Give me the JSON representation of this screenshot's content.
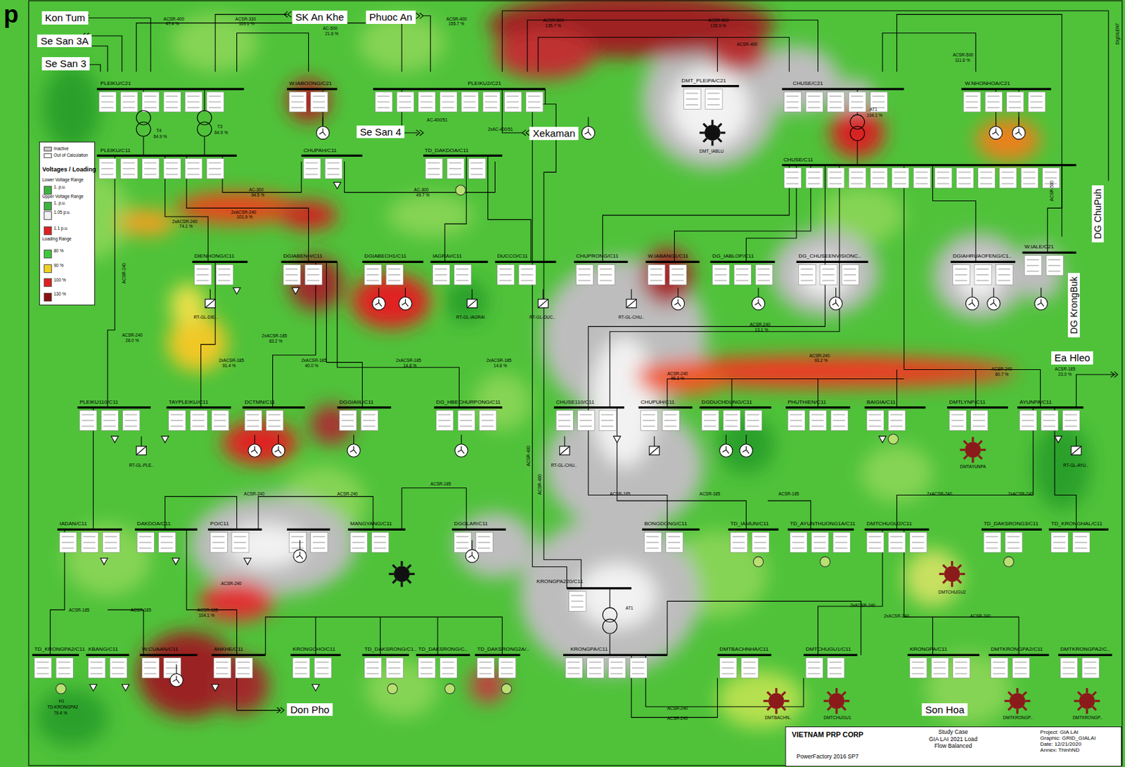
{
  "diagram": {
    "nodes": [
      {
        "text": [
          "Kon Tum"
        ]
      },
      {
        "text": [
          "Se San 3A"
        ]
      },
      {
        "text": [
          "Se San 3"
        ]
      },
      {
        "text": [
          "SK An Khe"
        ]
      },
      {
        "text": [
          "Phuoc An"
        ]
      },
      {
        "text": [
          "Se San 4"
        ]
      },
      {
        "text": [
          "Xekaman"
        ]
      },
      {
        "text": [
          "DG ChuPuh"
        ]
      },
      {
        "text": [
          "DG KrongBuk"
        ]
      },
      {
        "text": [
          "Ea Hleo"
        ]
      },
      {
        "text": [
          "Don Pho"
        ]
      },
      {
        "text": [
          "Son Hoa"
        ]
      },
      {
        "text": [
          "VIETNAM PRP CORP"
        ]
      },
      {
        "text": [
          "PowerFactory 2016 SP7"
        ]
      },
      {
        "text": [
          "Study Case",
          "GIA LAI 2021 Load Flow Balanced"
        ]
      },
      {
        "text": [
          "Project: GIA LAI",
          "Graphic: GRID_GIALAI",
          "Date: 12/21/2020",
          "Annex: ThinhND"
        ]
      }
    ],
    "labels": [
      "p",
      "PLEIKU/C21",
      "W.IABOONG/C21",
      "PLEIKU2/C21",
      "DMT_PLEIPA/C21",
      "CHUSE/C21",
      "W.NHONHOA/C21",
      "PLEIKU/C11",
      "CHUPAH/C11",
      "TD_DAKDOA/C11",
      "CHUSE/C11",
      "DIENHONG/C11",
      "DGIABENH/C11",
      "DGIABECH1/C11",
      "IAGRAI/C11",
      "DUCCO/C11",
      "CHUPRONG/C11",
      "W.IABANG1/C11",
      "DG_IABLOP/C11",
      "DG_CHUSEENVISIONC..",
      "DGIAHRUAOFENG/C1..",
      "W.IALE/C21",
      "PLEIKU110/C11",
      "TAYPLEIKU/C11",
      "DCTMN/C11",
      "DGGIAIIL/C11",
      "DG_HBECHURPONG/C11",
      "CHUSE110/C11",
      "CHUPUH/C11",
      "DGDUCHDUNG/C11",
      "PHUTHIEN/C11",
      "BAIGIA/C11",
      "DMTLYNP/C11",
      "AYUNPA/C11",
      "IADAN/C11",
      "DAKDOA/C11",
      "PO/C11",
      "MANGYANG/C11",
      "DGGLAR/C11",
      "BONGDONG/C11",
      "TD_IAMUN/C11",
      "TD_AYUNTHUONG1A/C11",
      "DMTCHUGU2/C11",
      "TD_DAKSRONG3/C11",
      "TD_KRONGHAL/C11",
      "KRONGPA220/C11",
      "KRONGPA/C11",
      "TD_KRONGPA2/C11",
      "KBANG/C11",
      "W.CUAAN/C11",
      "ANKHE/C11",
      "KRONGCHO/C11",
      "TD_DAKSRONG/C1..",
      "TD_DAKSRONG/C..",
      "TD_DAKSRONG2A/..",
      "DMTBACHNHA/C11",
      "DMTCHUGU1/C11",
      "KRONGPA/C11",
      "DMTKRONGPA2/C11",
      "DMTKRONGPA2/C..",
      "RT-GL-DIE..",
      "RT-GL-IAGRAI",
      "RT-GL-DUC..",
      "RT-GL-CHU..",
      "RT-GL-PLE..",
      "RT-GL-CHU..",
      "RT-GL-AYU..",
      "DMT_IABLU",
      "DMTAYUNPA",
      "DMTCHUGU2",
      "DMTBACHN..",
      "DMTCHUGU1",
      "DMTKRONGP..",
      "DMTKRONGP..",
      "H1",
      "TD-KRONGPA2",
      "79.4 %",
      "T4",
      "64.9 %",
      "T3",
      "64.9 %",
      "AT1",
      "104.1 %",
      "AT1",
      "ACSR-400",
      "47.4 %",
      "ACSR-330",
      "110.1 %",
      "AC-500",
      "21.6 %",
      "ACSR-400",
      "155.7 %",
      "ACSR-500",
      "135.7 %",
      "ACSR-500",
      "135.9 %",
      "ACSR-500",
      "111.6 %",
      "ACSR-400",
      "AC-400/51",
      "2xAC-400/51",
      "AC-300",
      "94.5 %",
      "AC-300",
      "49.7 %",
      "2xACSR-240",
      "101.9 %",
      "2xACSR-240",
      "74.1 %",
      "2xACSR-185",
      "83.2 %",
      "2xACSR-185",
      "91.4 %",
      "2xACSR-185",
      "40.0 %",
      "2xACSR-185",
      "14.8 %",
      "2xACSR-185",
      "14.8 %",
      "ACSR-240",
      "13.1 %",
      "ACSR-240",
      "93.2 %",
      "ACSR-240",
      "96.3 %",
      "ACSR-240",
      "60.7 %",
      "ACSR-185",
      "23.0 %",
      "ACSR-240",
      "26.0 %",
      "ACSR-240",
      "ACSR-240",
      "ACSR-185",
      "ACSR-185",
      "ACSR-185",
      "ACSR-185",
      "2xACSR-240",
      "2xACSR-240",
      "ACSR-240",
      "ACSR-185",
      "104.1 %",
      "ACSR-185",
      "ACSR-185",
      "ACSR-240",
      "ACSR-240",
      "2xACSR-240",
      "2xACSR-240",
      "ACSR-240",
      "ACSR-400",
      "ACSR-400",
      "ACSR-240",
      "ACSR-500",
      "DIgSILENT",
      "Voltages / Loading",
      "Lower Voltage Range",
      "Upper Voltage Range",
      "Loading Range"
    ],
    "legend": [
      {
        "text": "Inactive",
        "color": "#c8c8c8"
      },
      {
        "text": "Out of Calculation",
        "color": "#ffffff"
      },
      {
        "text": "1. p.u.",
        "color": "#3cb43c"
      },
      {
        "text": "1. p.u.",
        "color": "#3cb43c"
      },
      {
        "text": "1.05 p.u.",
        "color": "#f0f0f0"
      },
      {
        "text": "1.1 p.u.",
        "color": "#e02020"
      },
      {
        "text": "80 %",
        "color": "#3cc83c"
      },
      {
        "text": "90 %",
        "color": "#f0d020"
      },
      {
        "text": "100 %",
        "color": "#e02020"
      },
      {
        "text": "130 %",
        "color": "#8b1010"
      }
    ]
  }
}
